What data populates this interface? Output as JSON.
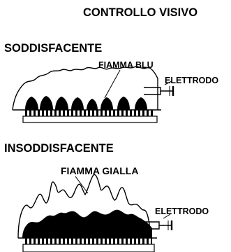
{
  "title": "CONTROLLO VISIVO",
  "panels": [
    {
      "heading": "SODDISFACENTE",
      "flame_label": "FIAMMA BLU",
      "electrode_label": "ELETTRODO"
    },
    {
      "heading": "INSODDISFACENTE",
      "flame_label": "FIAMMA GIALLA",
      "electrode_label": "ELETTRODO"
    }
  ],
  "colors": {
    "ink": "#000000",
    "background": "#ffffff"
  }
}
